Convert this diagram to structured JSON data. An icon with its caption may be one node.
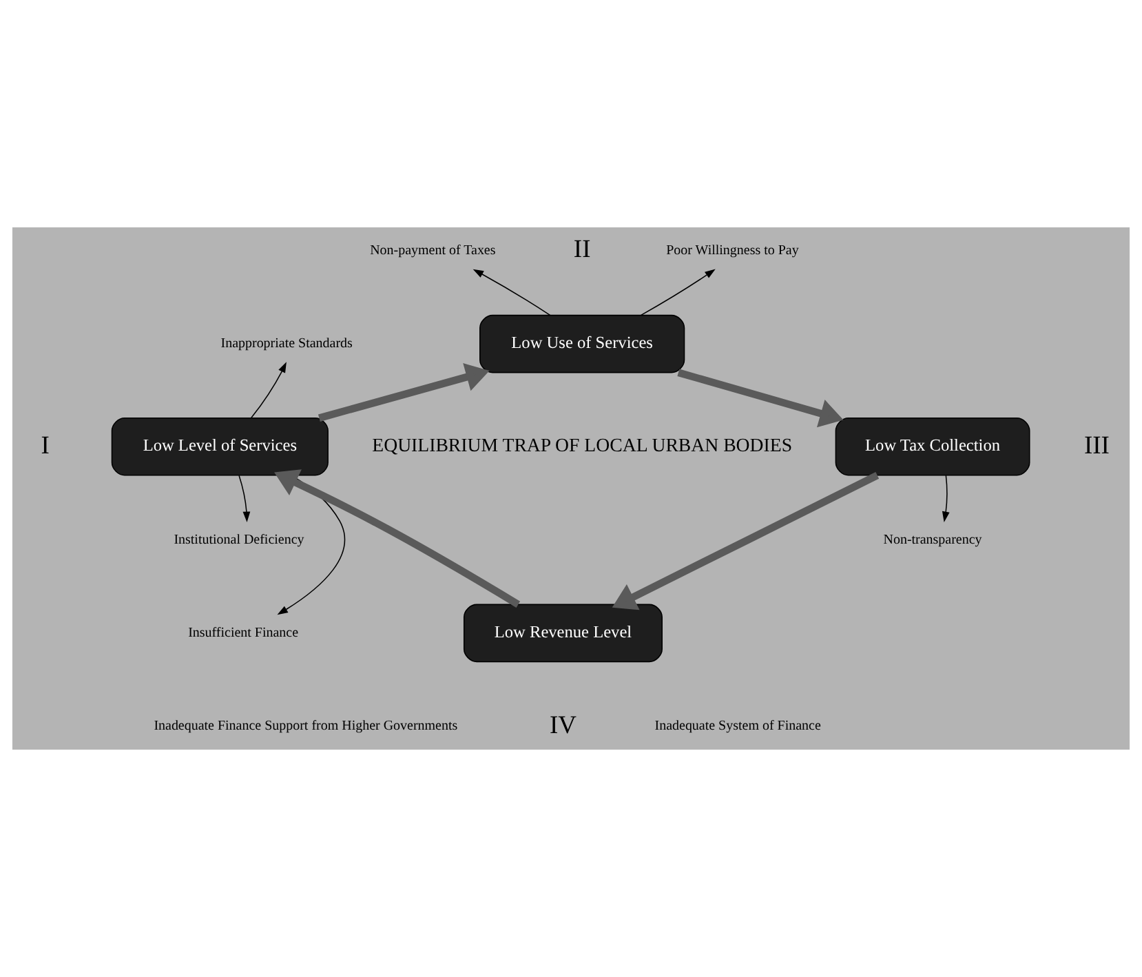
{
  "diagram": {
    "nodes": [
      {
        "text": [
          "Low Level of Services"
        ],
        "beside": [
          "I"
        ]
      },
      {
        "text": [
          "Low Use of Services"
        ],
        "beside": [
          "II"
        ]
      },
      {
        "text": [
          "Low Tax Collection"
        ],
        "beside": [
          "III"
        ]
      },
      {
        "text": [
          "Low Revenue Level"
        ],
        "beside": [
          "IV"
        ]
      },
      {
        "text": [
          "Non-payment of Taxes"
        ]
      },
      {
        "text": [
          "Poor Willingness to Pay"
        ]
      },
      {
        "text": [
          "Inappropriate Standards"
        ]
      },
      {
        "text": [
          "Institutional Deficiency"
        ]
      },
      {
        "text": [
          "Insufficient Finance"
        ]
      },
      {
        "text": [
          "Non-transparency"
        ]
      }
    ],
    "edges": [
      {
        "from": 0,
        "to": 1,
        "arrow": "to",
        "style": "thick",
        "color": "#5a5a5a"
      },
      {
        "from": 1,
        "to": 2,
        "arrow": "to",
        "style": "thick",
        "color": "#5a5a5a"
      },
      {
        "from": 2,
        "to": 3,
        "arrow": "to",
        "style": "thick",
        "color": "#5a5a5a"
      },
      {
        "from": 3,
        "to": 0,
        "arrow": "to",
        "style": "thick",
        "color": "#5a5a5a"
      },
      {
        "from": 1,
        "to": 4,
        "arrow": "to"
      },
      {
        "from": 1,
        "to": 5,
        "arrow": "to"
      },
      {
        "from": 0,
        "to": 6,
        "arrow": "to"
      },
      {
        "from": 0,
        "to": 7,
        "arrow": "to"
      },
      {
        "from": 0,
        "to": 8,
        "arrow": "to"
      },
      {
        "from": 2,
        "to": 9,
        "arrow": "to"
      }
    ],
    "labels": [
      "EQUILIBRIUM TRAP OF LOCAL URBAN BODIES",
      "Inadequate Finance Support from Higher Governments",
      "Inadequate System of Finance"
    ]
  }
}
